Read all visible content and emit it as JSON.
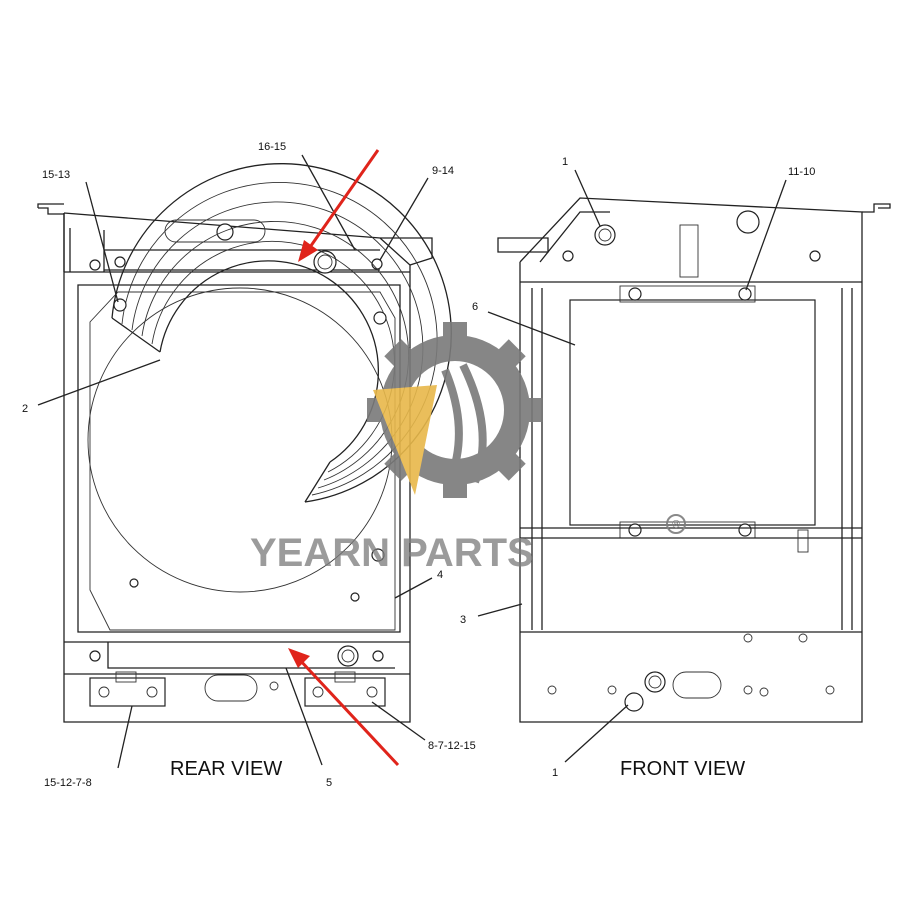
{
  "views": {
    "rear": {
      "label": "REAR VIEW"
    },
    "front": {
      "label": "FRONT VIEW"
    }
  },
  "callouts": {
    "rear": [
      {
        "id": "c-15-13",
        "text": "15-13"
      },
      {
        "id": "c-16-15",
        "text": "16-15"
      },
      {
        "id": "c-9-14",
        "text": "9-14"
      },
      {
        "id": "c-2",
        "text": "2"
      },
      {
        "id": "c-4",
        "text": "4"
      },
      {
        "id": "c-8-7-12-15",
        "text": "8-7-12-15"
      },
      {
        "id": "c-15-12-7-8",
        "text": "15-12-7-8"
      },
      {
        "id": "c-5",
        "text": "5"
      }
    ],
    "front": [
      {
        "id": "c-1-top",
        "text": "1"
      },
      {
        "id": "c-11-10",
        "text": "11-10"
      },
      {
        "id": "c-6",
        "text": "6"
      },
      {
        "id": "c-3",
        "text": "3"
      },
      {
        "id": "c-1-bottom",
        "text": "1"
      }
    ]
  },
  "watermark": {
    "brand": "YEARN PARTS",
    "mark": "®",
    "colors": {
      "gear": "#7a7a7a",
      "v": "#e8b84a",
      "text": "#7d7d7d"
    }
  },
  "colors": {
    "arrow": "#e0241b",
    "line": "#222222"
  }
}
